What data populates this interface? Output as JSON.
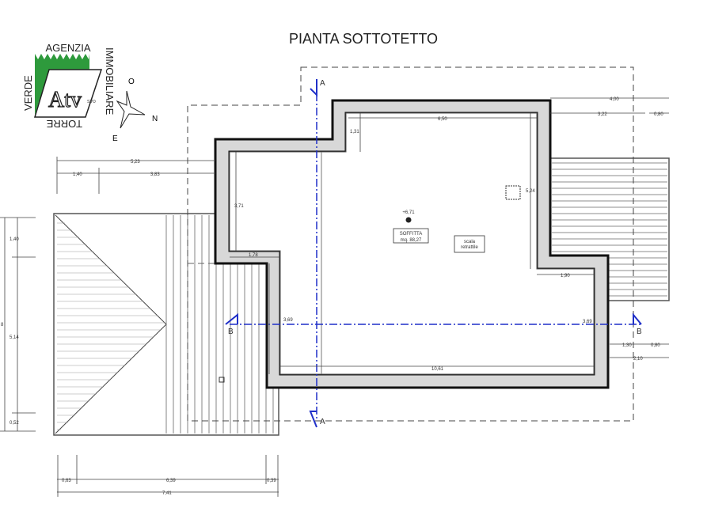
{
  "title": "PIANTA  SOTTOTETTO",
  "logo": {
    "top": "AGENZIA",
    "left": "VERDE",
    "bottom": "TORRE",
    "right": "IMMOBILIARE",
    "mark": "Atv",
    "mark_sub": "svo",
    "brand_color": "#2e9a3c"
  },
  "compass": {
    "north": "N",
    "east": "E",
    "west": "O"
  },
  "room": {
    "name": "SOFFITTA",
    "area": "mq. 88,27",
    "height": "+6,71",
    "note_line1": "scala",
    "note_line2": "retrattile"
  },
  "section_marks": {
    "a": "A",
    "b": "B",
    "color": "#1f2fc8"
  },
  "dimensions": {
    "top_right_total": "4,00",
    "top_right_a": "3,22",
    "top_right_b": "0,80",
    "top_left_total": "5,23",
    "top_left_a": "1,40",
    "top_left_b": "3,83",
    "inner_top": "6,50",
    "inner_step": "1,31",
    "inner_left": "3,71",
    "inner_right": "5,24",
    "step_left": "1,78",
    "step_right": "1,90",
    "left_height": "3,69",
    "right_height": "3,69",
    "inner_bottom": "10,61",
    "right_a": "1,30",
    "right_b": "0,80",
    "right_total": "2,10",
    "left_a": "1,40",
    "left_b": "5,14",
    "left_c": "0,52",
    "left_total": "8",
    "bottom_a": "0,63",
    "bottom_b": "6,39",
    "bottom_c": "0,39",
    "bottom_total": "7,41"
  }
}
